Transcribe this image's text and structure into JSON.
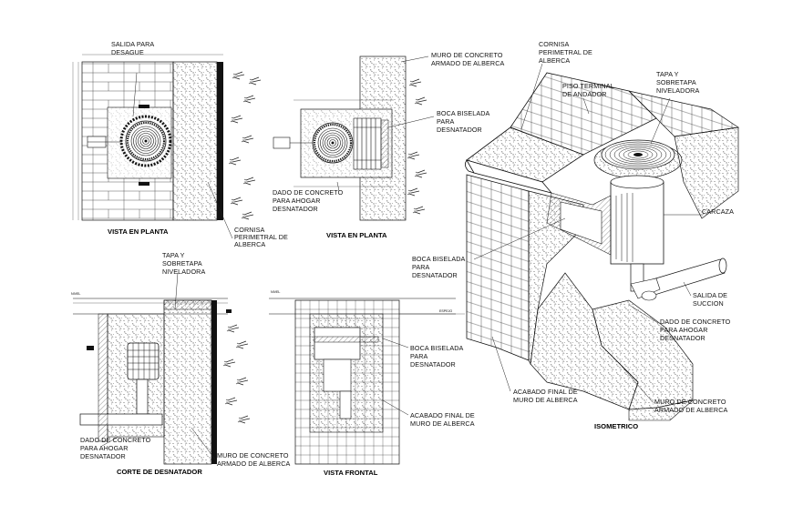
{
  "labels": {
    "salida_desague": [
      "SALIDA PARA",
      "DESAGUE"
    ],
    "vista_planta_1": "VISTA EN PLANTA",
    "cornisa_1": [
      "CORNISA",
      "PERIMETRAL DE",
      "ALBERCA"
    ],
    "muro_concreto_top": [
      "MURO DE CONCRETO",
      "ARMADO DE ALBERCA"
    ],
    "boca_biselada_top": [
      "BOCA BISELADA",
      "PARA",
      "DESNATADOR"
    ],
    "dado_top": [
      "DADO DE CONCRETO",
      "PARA AHOGAR",
      "DESNATADOR"
    ],
    "vista_planta_2": "VISTA EN PLANTA",
    "cornisa_iso": [
      "CORNISA",
      "PERIMETRAL DE",
      "ALBERCA"
    ],
    "piso_terminal": [
      "PISO TERMINAL",
      "DE ANDADOR"
    ],
    "tapa_iso": [
      "TAPA Y",
      "SOBRETAPA",
      "NIVELADORA"
    ],
    "carcaza": "CARCAZA",
    "salida_succion": [
      "SALIDA DE",
      "SUCCION"
    ],
    "dado_iso": [
      "DADO DE CONCRETO",
      "PARA AHOGAR",
      "DESNATADOR"
    ],
    "muro_iso": [
      "MURO DE CONCRETO",
      "ARMADO DE ALBERCA"
    ],
    "acabado_iso": [
      "ACABADO FINAL DE",
      "MURO DE ALBERCA"
    ],
    "boca_iso": [
      "BOCA BISELADA",
      "PARA",
      "DESNATADOR"
    ],
    "isometrico": "ISOMETRICO",
    "tapa_corte": [
      "TAPA Y",
      "SOBRETAPA",
      "NIVELADORA"
    ],
    "dado_corte": [
      "DADO DE CONCRETO",
      "PARA AHOGAR",
      "DESNATADOR"
    ],
    "muro_corte": [
      "MURO DE CONCRETO",
      "ARMADO DE ALBERCA"
    ],
    "corte_desnatador": "CORTE DE DESNATADOR",
    "boca_frontal": [
      "BOCA BISELADA",
      "PARA",
      "DESNATADOR"
    ],
    "acabado_frontal": [
      "ACABADO FINAL DE",
      "MURO DE ALBERCA"
    ],
    "vista_frontal": "VISTA FRONTAL"
  }
}
